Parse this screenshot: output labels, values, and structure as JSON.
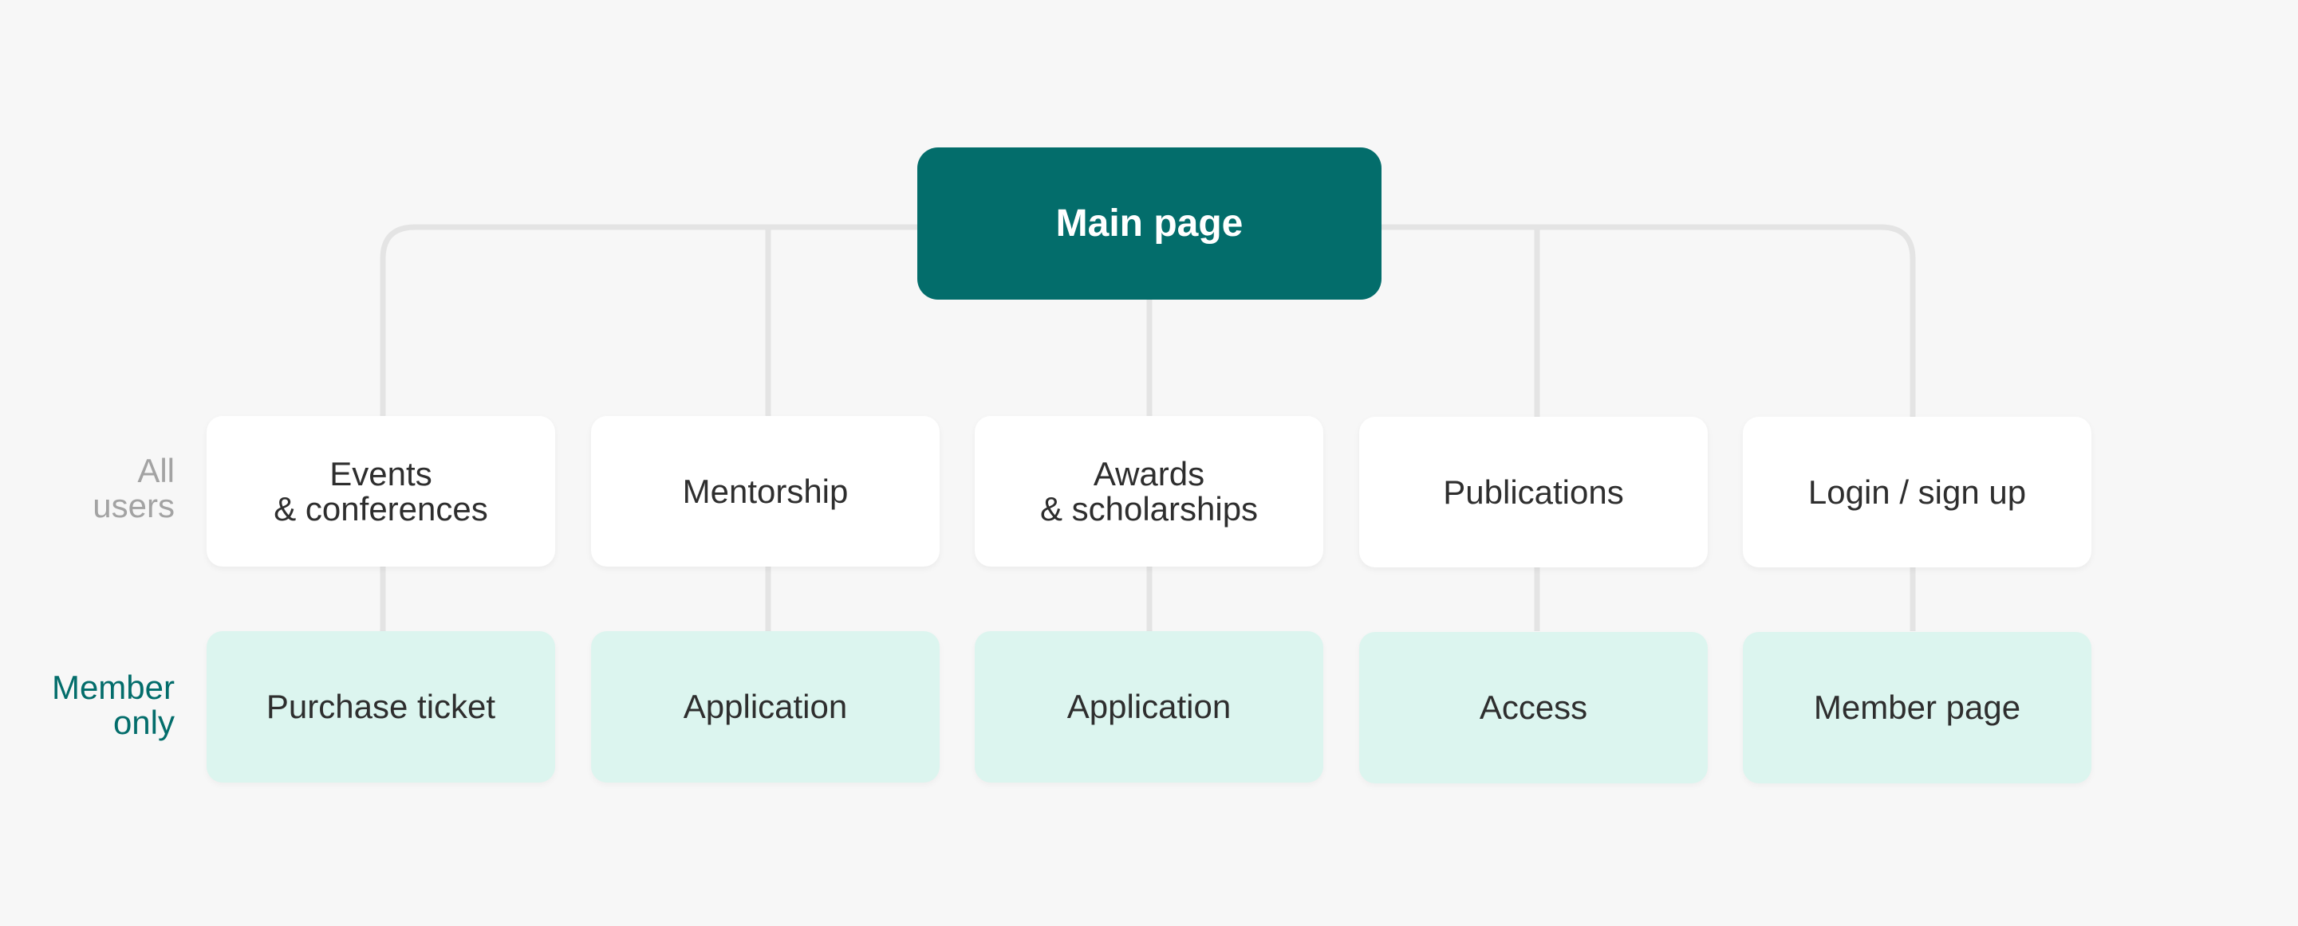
{
  "diagram": {
    "root": "Main page",
    "row_labels": {
      "all_users": "All\nusers",
      "member_only": "Member\nonly"
    },
    "sections": [
      {
        "page": "Events\n& conferences",
        "member": "Purchase ticket"
      },
      {
        "page": "Mentorship",
        "member": "Application"
      },
      {
        "page": "Awards\n& scholarships",
        "member": "Application"
      },
      {
        "page": "Publications",
        "member": "Access"
      },
      {
        "page": "Login / sign up",
        "member": "Member page"
      }
    ]
  },
  "colors": {
    "root_fill": "#036d6b",
    "connector": "#e4e4e4",
    "member_fill": "#dcf5ef",
    "member_label": "#036d6b",
    "all_users_label": "#a3a3a3"
  }
}
